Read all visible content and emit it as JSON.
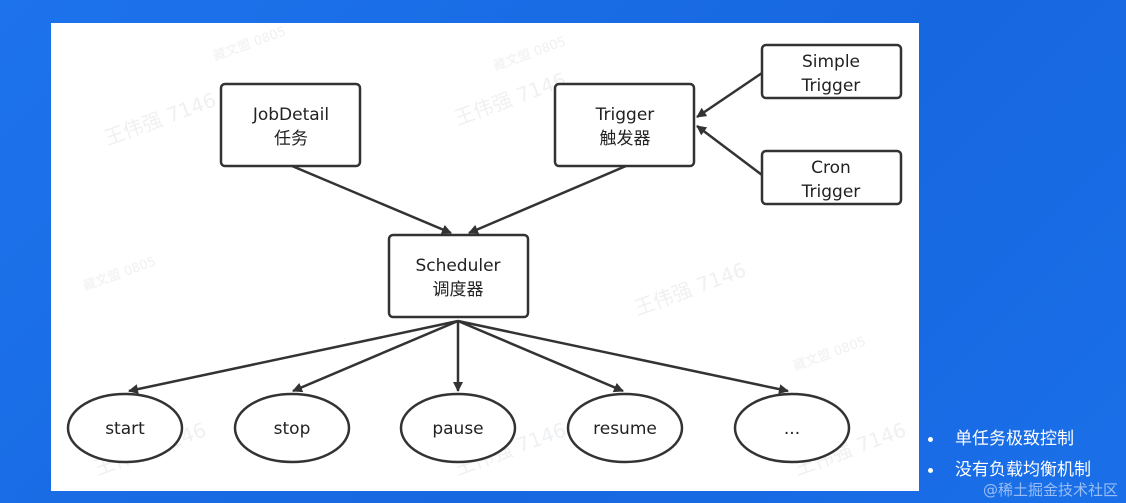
{
  "diagram": {
    "nodes": {
      "jobdetail": {
        "line1": "JobDetail",
        "line2": "任务"
      },
      "trigger": {
        "line1": "Trigger",
        "line2": "触发器"
      },
      "simple_trigger": {
        "line1": "Simple",
        "line2": "Trigger"
      },
      "cron_trigger": {
        "line1": "Cron",
        "line2": "Trigger"
      },
      "scheduler": {
        "line1": "Scheduler",
        "line2": "调度器"
      },
      "start": "start",
      "stop": "stop",
      "pause": "pause",
      "resume": "resume",
      "more": "..."
    },
    "colors": {
      "stroke": "#333333",
      "box_fill": "#ffffff"
    }
  },
  "watermark": {
    "text_a": "王伟强 7146",
    "text_b": "藏文盟 0805"
  },
  "bullets": [
    "单任务极致控制",
    "没有负载均衡机制"
  ],
  "credit": "@稀土掘金技术社区",
  "colors": {
    "background": "#1a6fe8",
    "panel": "#ffffff"
  }
}
